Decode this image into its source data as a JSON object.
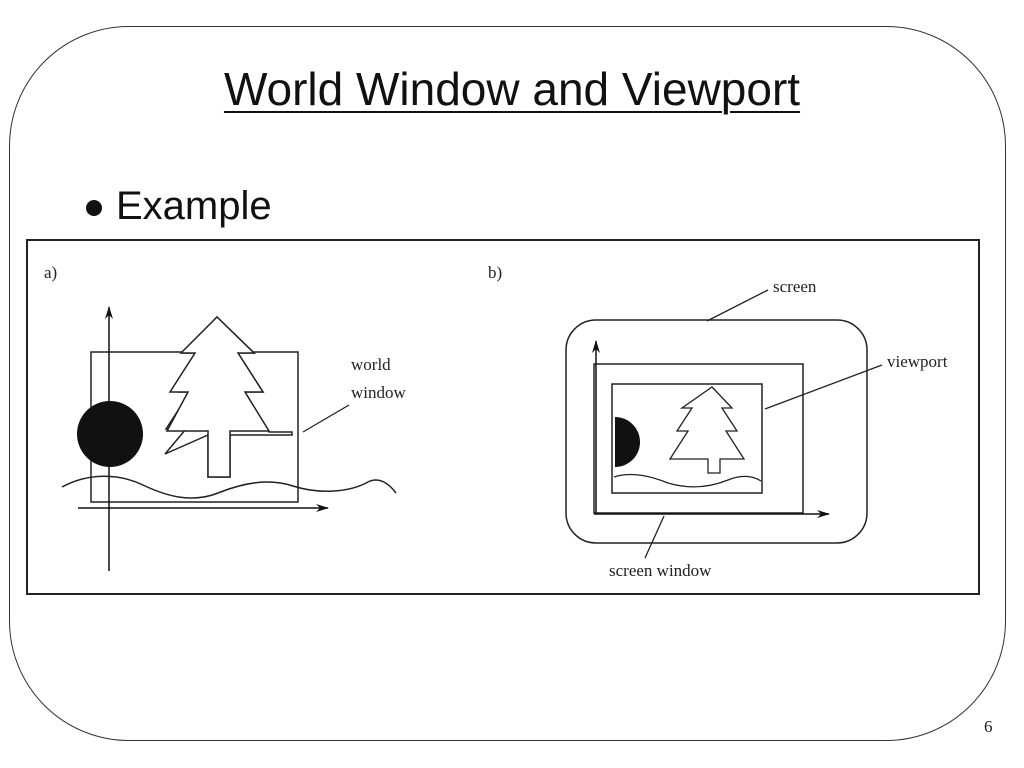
{
  "slide": {
    "title": "World Window and Viewport",
    "bullet": "Example",
    "page_number": "6"
  },
  "figure": {
    "panel_a": {
      "label": "a)",
      "annotation_line1": "world",
      "annotation_line2": "window"
    },
    "panel_b": {
      "label": "b)",
      "screen_label": "screen",
      "viewport_label": "viewport",
      "screen_window_label": "screen window"
    }
  }
}
